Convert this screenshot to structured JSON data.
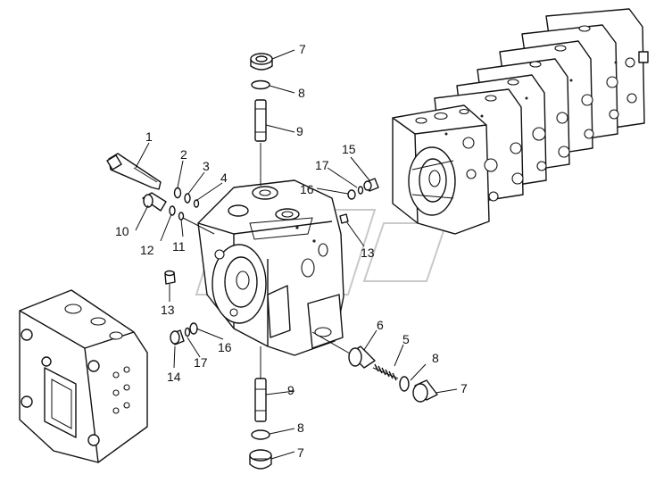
{
  "callouts": [
    {
      "id": "c1",
      "text": "1"
    },
    {
      "id": "c2",
      "text": "2"
    },
    {
      "id": "c3",
      "text": "3"
    },
    {
      "id": "c4",
      "text": "4"
    },
    {
      "id": "c5",
      "text": "5"
    },
    {
      "id": "c6",
      "text": "6"
    },
    {
      "id": "c7a",
      "text": "7"
    },
    {
      "id": "c7b",
      "text": "7"
    },
    {
      "id": "c7c",
      "text": "7"
    },
    {
      "id": "c8a",
      "text": "8"
    },
    {
      "id": "c8b",
      "text": "8"
    },
    {
      "id": "c8c",
      "text": "8"
    },
    {
      "id": "c9a",
      "text": "9"
    },
    {
      "id": "c9b",
      "text": "9"
    },
    {
      "id": "c10",
      "text": "10"
    },
    {
      "id": "c11",
      "text": "11"
    },
    {
      "id": "c12",
      "text": "12"
    },
    {
      "id": "c13a",
      "text": "13"
    },
    {
      "id": "c13b",
      "text": "13"
    },
    {
      "id": "c14",
      "text": "14"
    },
    {
      "id": "c15",
      "text": "15"
    },
    {
      "id": "c16a",
      "text": "16"
    },
    {
      "id": "c16b",
      "text": "16"
    },
    {
      "id": "c17a",
      "text": "17"
    },
    {
      "id": "c17b",
      "text": "17"
    }
  ]
}
